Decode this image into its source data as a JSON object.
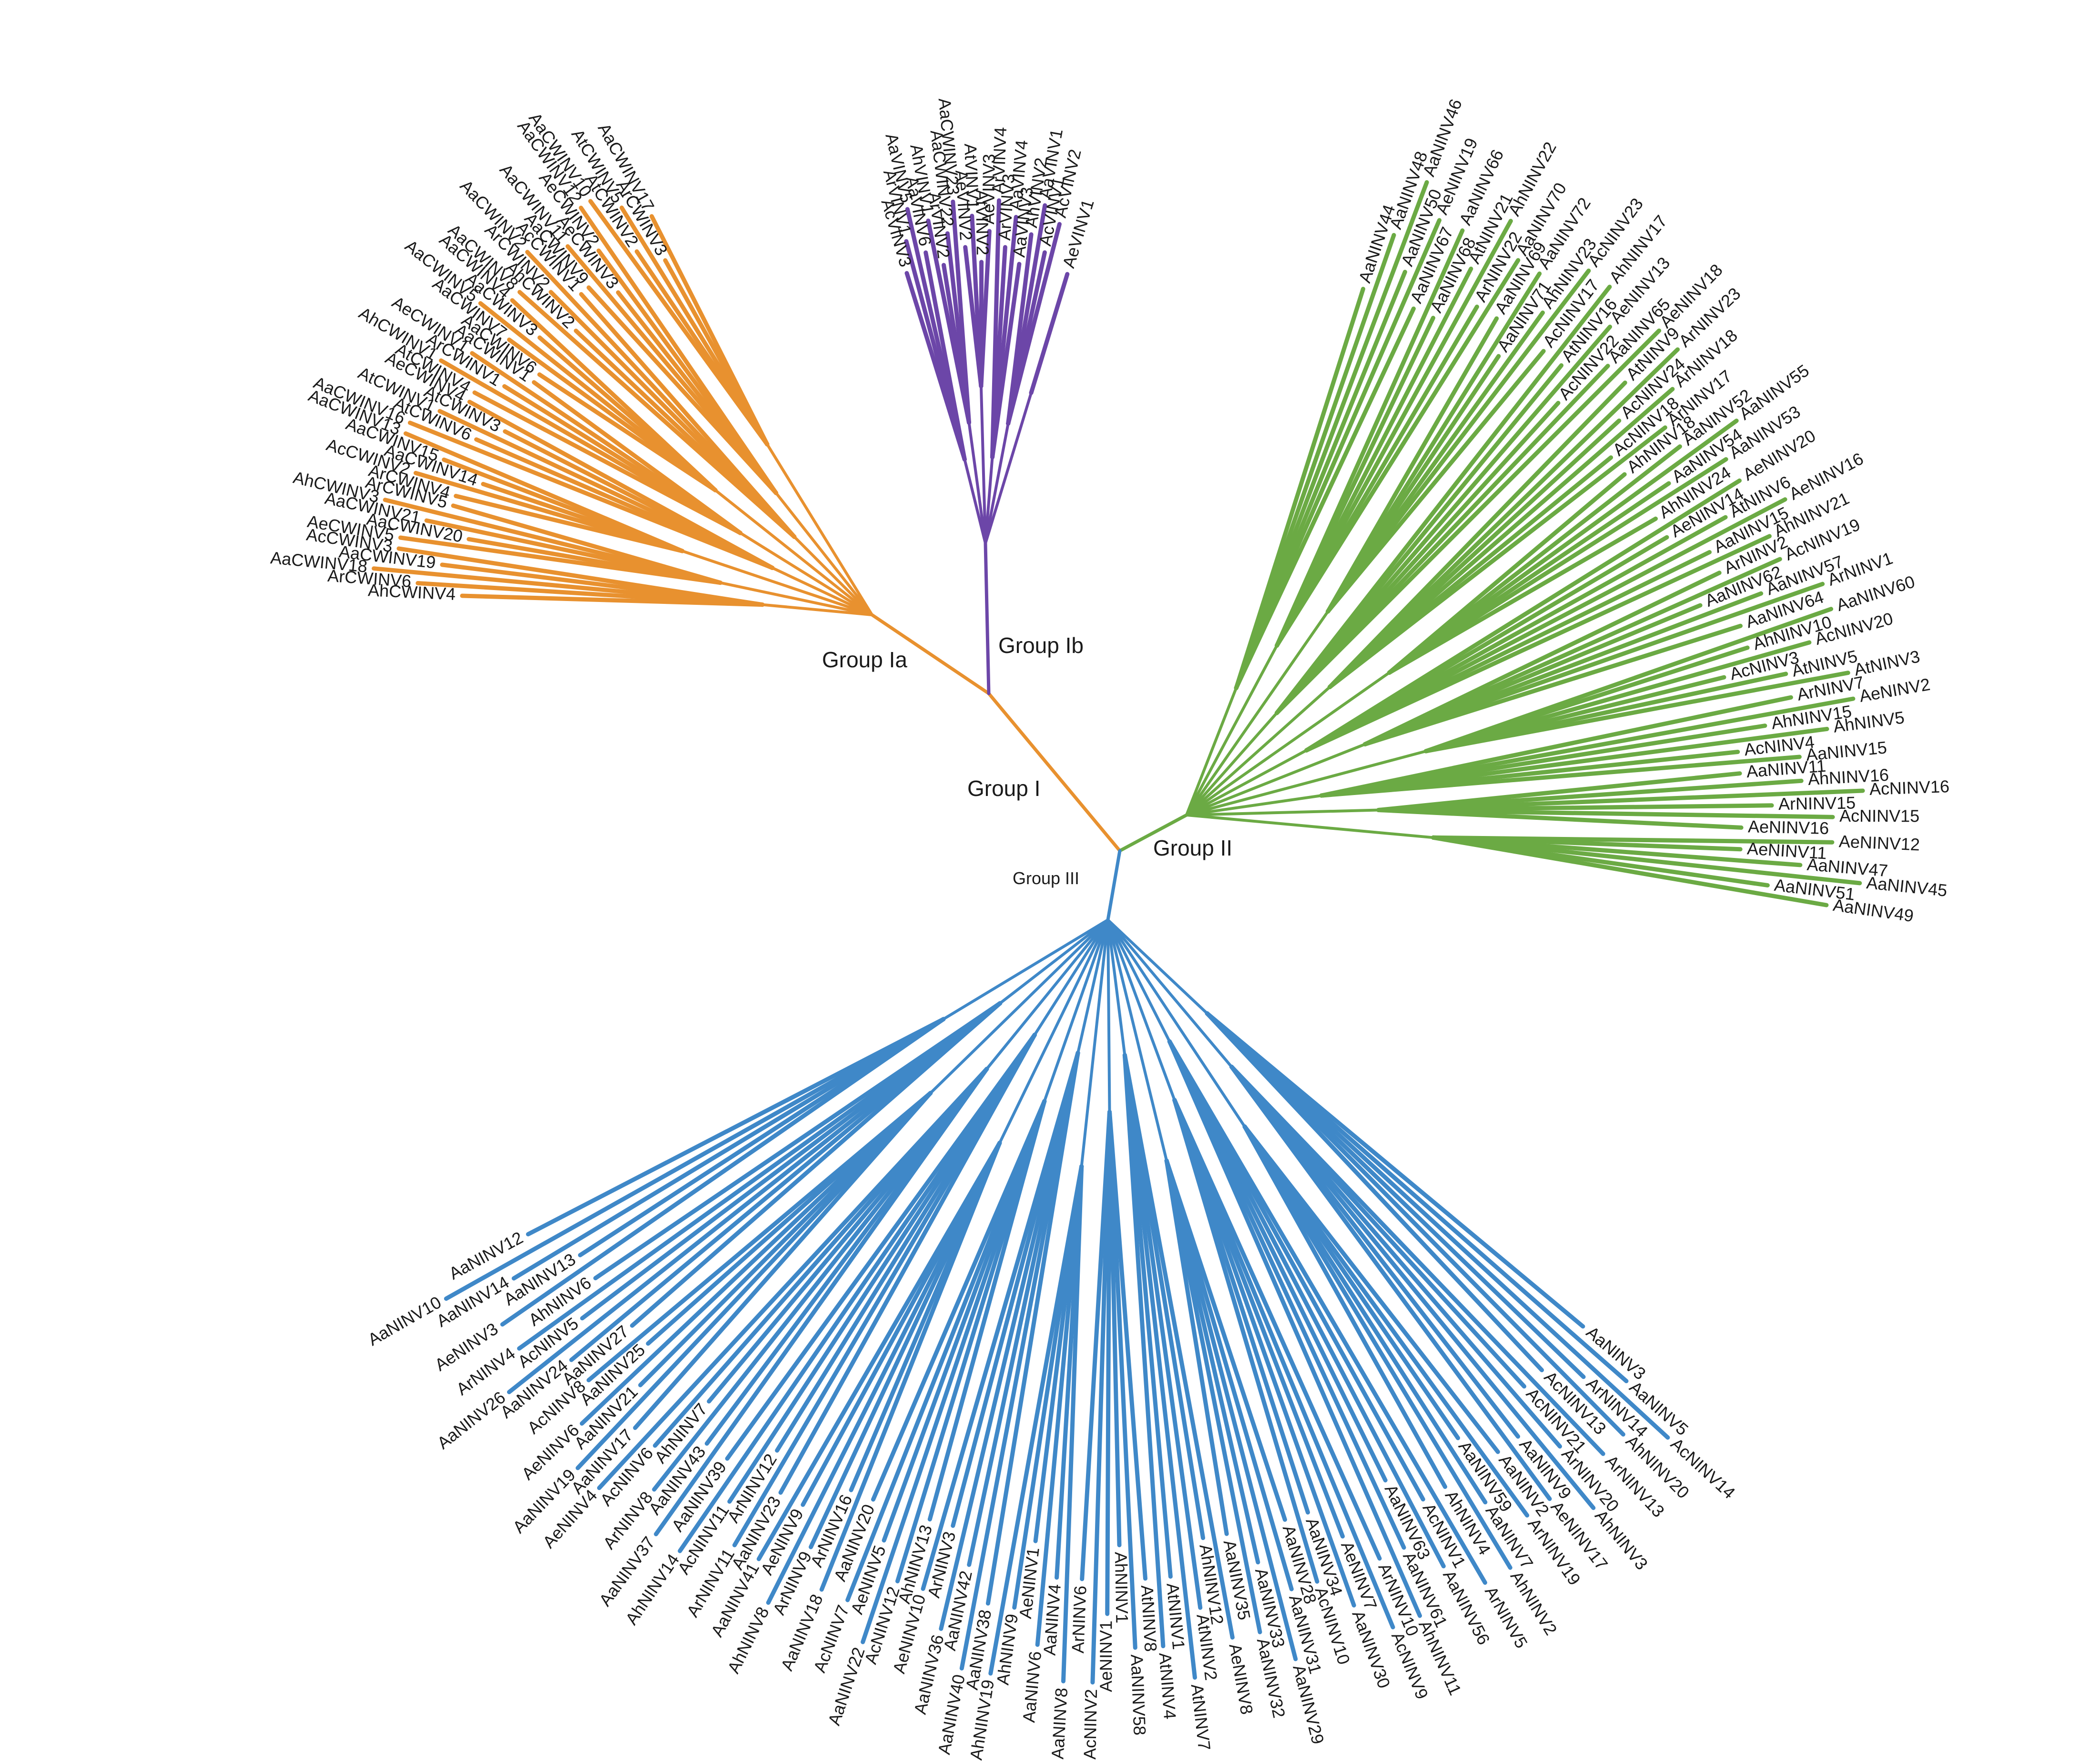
{
  "colors": {
    "group_ia": "#E8912F",
    "group_ib": "#6C46A8",
    "group_ii": "#6BAA44",
    "group_iii": "#3F88C8",
    "text": "#1a1a1a"
  },
  "group_labels": [
    {
      "id": "group-i",
      "text": "Group I"
    },
    {
      "id": "group-ia",
      "text": "Group Ia"
    },
    {
      "id": "group-ib",
      "text": "Group Ib"
    },
    {
      "id": "group-ii",
      "text": "Group II"
    },
    {
      "id": "group-iii",
      "text": "Group III"
    }
  ],
  "clades": [
    {
      "group": "group_ia",
      "labels": [
        "AhCWINV4",
        "ArCWINV6",
        "AaCWINV18",
        "AaCWINV19",
        "AcCWINV3",
        "AeCWINV5",
        "AaCWINV20",
        "AaCWINV21",
        "AhCWINV3",
        "ArCWINV5",
        "ArCWINV4",
        "AcCWINV2",
        "AaCWINV14",
        "AaCWINV15",
        "AaCWINV13",
        "AaCWINV16",
        "AtCWINV6",
        "AtCWINV1",
        "AtCWINV3",
        "AeCWINV4",
        "AtCWINV4",
        "AhCWINV1",
        "ArCWINV1",
        "AeCWINV1",
        "AaCWINV1",
        "AaCWINV6",
        "AaCWINV7",
        "AaCWINV5",
        "AaCWINV3",
        "AaCWINV4",
        "AaCWINV8",
        "AhCWINV2",
        "ArCWINV2",
        "AaCWINV2",
        "AcCWINV1",
        "AaCWINV9",
        "AaCWINV11",
        "AeCWINV3",
        "AeCWINV2",
        "AaCWINV12",
        "AaCWINV10",
        "AtCWINV2",
        "AtCWINV5",
        "ArCWINV3",
        "AaCWINV17"
      ]
    },
    {
      "group": "group_ib",
      "labels": [
        "AcVINV3",
        "ArVINV1",
        "AaVINV5",
        "AaVINV6",
        "AhVINV1",
        "ArVINV2",
        "AaCWINV22",
        "AaCWINV23",
        "AeVINV2",
        "AtVINV1",
        "AtVINV2",
        "AeVINV3",
        "ArVINV4",
        "ArVINV3",
        "AaVINV4",
        "AaVINV3",
        "AhVINV2",
        "AaVINV1",
        "AcVINV1",
        "AcVINV2",
        "AeVINV1"
      ]
    },
    {
      "group": "group_ii",
      "labels": [
        "AaNINV44",
        "AaNINV48",
        "AaNINV46",
        "AaNINV50",
        "AeNINV19",
        "AaNINV67",
        "AaNINV66",
        "AaNINV68",
        "AtNINV21",
        "AhNINV22",
        "ArNINV22",
        "AaNINV70",
        "AaNINV69",
        "AaNINV72",
        "AaNINV71",
        "AhNINV23",
        "AcNINV23",
        "AcNINV17",
        "AhNINV17",
        "AtNINV16",
        "AeNINV13",
        "AcNINV22",
        "AaNINV65",
        "AeNINV18",
        "AtNINV9",
        "ArNINV23",
        "AcNINV24",
        "ArNINV18",
        "AcNINV18",
        "ArNINV17",
        "AhNINV18",
        "AaNINV52",
        "AaNINV55",
        "AaNINV54",
        "AaNINV53",
        "AhNINV24",
        "AeNINV20",
        "AeNINV14",
        "AtNINV6",
        "AeNINV16",
        "AaNINV15",
        "AhNINV21",
        "ArNINV2",
        "AcNINV19",
        "AaNINV62",
        "AaNINV57",
        "ArNINV1",
        "AaNINV64",
        "AaNINV60",
        "AhNINV10",
        "AcNINV20",
        "AcNINV3",
        "AtNINV5",
        "AtNINV3",
        "ArNINV7",
        "AeNINV2",
        "AhNINV15",
        "AhNINV5",
        "AcNINV4",
        "AaNINV15",
        "AaNINV11",
        "AhNINV16",
        "AcNINV16",
        "ArNINV15",
        "AcNINV15",
        "AeNINV16",
        "AeNINV12",
        "AeNINV11",
        "AaNINV47",
        "AaNINV45",
        "AaNINV51",
        "AaNINV49"
      ]
    },
    {
      "group": "group_iii",
      "labels": [
        "AaNINV3",
        "AaNINV5",
        "AcNINV14",
        "ArNINV14",
        "AhNINV20",
        "AcNINV13",
        "ArNINV13",
        "AcNINV21",
        "ArNINV20",
        "AhNINV3",
        "AaNINV9",
        "AeNINV17",
        "AaNINV2",
        "ArNINV19",
        "AaNINV59",
        "AaNINV7",
        "AhNINV2",
        "AhNINV4",
        "ArNINV5",
        "AcNINV1",
        "AaNINV56",
        "AaNINV63",
        "AaNINV61",
        "AhNINV11",
        "ArNINV10",
        "AcNINV9",
        "AeNINV7",
        "AaNINV30",
        "AaNINV34",
        "AcNINV10",
        "AaNINV28",
        "AaNINV31",
        "AaNINV29",
        "AaNINV33",
        "AaNINV32",
        "AaNINV35",
        "AeNINV8",
        "AhNINV12",
        "AtNINV2",
        "AtNINV7",
        "AtNINV1",
        "AtNINV4",
        "AtNINV8",
        "AaNINV58",
        "AhNINV1",
        "AeNINV1",
        "AcNINV2",
        "ArNINV6",
        "AaNINV8",
        "AaNINV4",
        "AaNINV6",
        "AeNINV1",
        "AhNINV9",
        "AhNINV19",
        "AaNINV38",
        "AaNINV40",
        "AaNINV42",
        "AaNINV36",
        "ArNINV3",
        "AeNINV10",
        "AhNINV13",
        "AcNINV12",
        "AaNINV22",
        "AeNINV5",
        "AcNINV7",
        "AaNINV20",
        "AaNINV18",
        "ArNINV16",
        "ArNINV9",
        "AhNINV8",
        "AeNINV9",
        "AaNINV41",
        "AaNINV23",
        "ArNINV11",
        "ArNINV12",
        "AcNINV11",
        "AhNINV14",
        "AaNINV39",
        "AaNINV37",
        "AaNINV43",
        "ArNINV8",
        "AhNINV7",
        "AcNINV6",
        "AeNINV4",
        "AaNINV17",
        "AaNINV19",
        "AaNINV21",
        "AeNINV6",
        "AaNINV25",
        "AcNINV8",
        "AaNINV27",
        "AaNINV24",
        "AaNINV26",
        "AcNINV5",
        "ArNINV4",
        "AhNINV6",
        "AeNINV3",
        "AaNINV13",
        "AaNINV14",
        "AaNINV10",
        "AaNINV12"
      ]
    }
  ]
}
